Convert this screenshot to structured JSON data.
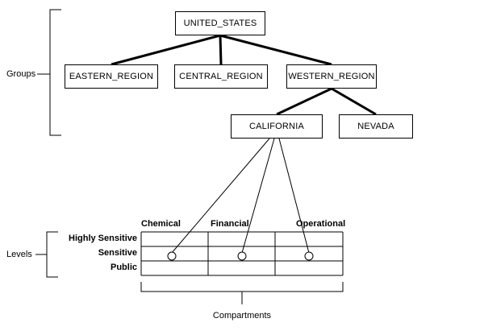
{
  "diagram": {
    "labels": {
      "groups": "Groups",
      "levels": "Levels",
      "compartments": "Compartments"
    },
    "nodes": {
      "united_states": "UNITED_STATES",
      "eastern_region": "EASTERN_REGION",
      "central_region": "CENTRAL_REGION",
      "western_region": "WESTERN_REGION",
      "california": "CALIFORNIA",
      "nevada": "NEVADA"
    },
    "table": {
      "columns": [
        "Chemical",
        "Financial",
        "Operational"
      ],
      "rows": [
        "Highly Sensitive",
        "Sensitive",
        "Public"
      ]
    },
    "colors": {
      "line": "#000000",
      "background": "#ffffff"
    }
  }
}
